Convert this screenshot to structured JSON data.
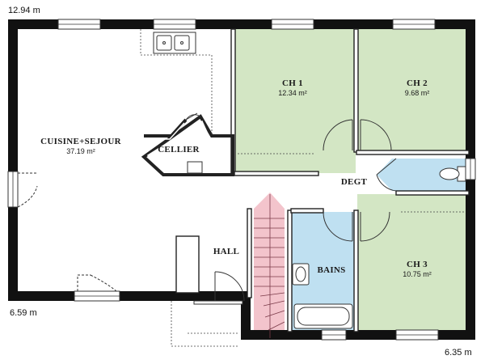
{
  "dimensions": {
    "top_left": "12.94 m",
    "bottom_left": "6.59 m",
    "bottom_right": "6.35 m"
  },
  "rooms": {
    "cuisine_sejour": {
      "name": "CUISINE+SEJOUR",
      "area": "37.19 m²"
    },
    "ch1": {
      "name": "CH 1",
      "area": "12.34 m²"
    },
    "ch2": {
      "name": "CH 2",
      "area": "9.68 m²"
    },
    "ch3": {
      "name": "CH 3",
      "area": "10.75 m²"
    },
    "cellier": {
      "name": "CELLIER"
    },
    "degt": {
      "name": "DEGT"
    },
    "hall": {
      "name": "HALL"
    },
    "bains": {
      "name": "BAINS"
    }
  },
  "colors": {
    "wall": "#111111",
    "bedroom_fill": "#d3e6c4",
    "wet_room_fill": "#bfe0f1",
    "stair_fill": "#f3c4cc",
    "line": "#333333"
  }
}
